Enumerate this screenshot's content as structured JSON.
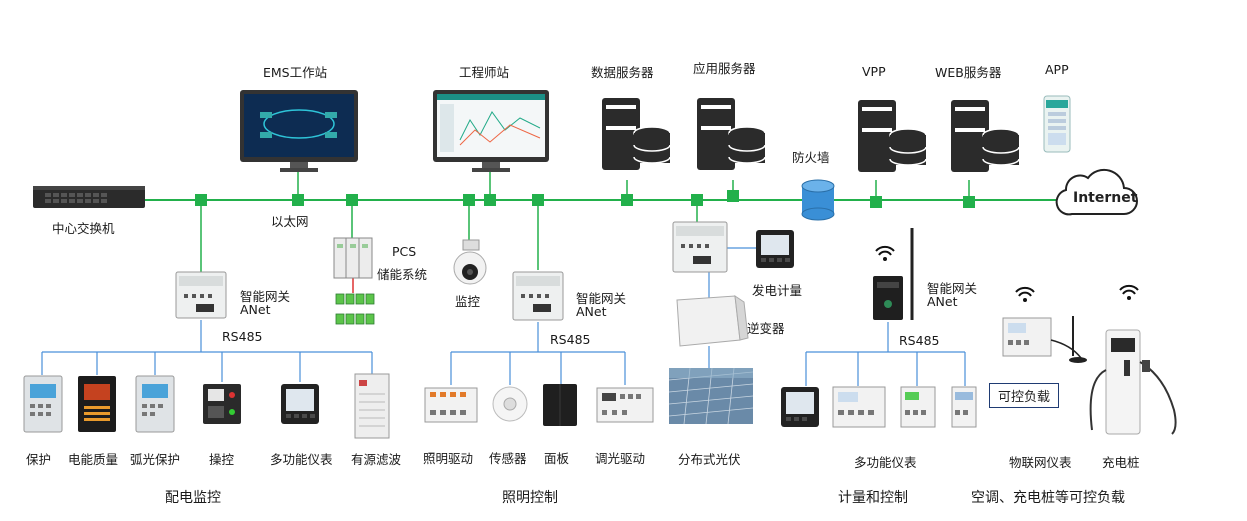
{
  "labels": {
    "ems": "EMS工作站",
    "engineer": "工程师站",
    "data_server": "数据服务器",
    "app_server": "应用服务器",
    "vpp": "VPP",
    "web_server": "WEB服务器",
    "app": "APP",
    "firewall": "防火墙",
    "internet": "Internet",
    "core_switch": "中心交换机",
    "ethernet": "以太网",
    "pcs": "PCS",
    "storage": "储能系统",
    "monitor": "监控",
    "gw1": "智能网关",
    "gw1_model": "ANet",
    "gw2": "智能网关",
    "gw2_model": "ANet",
    "gw3": "智能网关",
    "gw3_model": "ANet",
    "rs485_1": "RS485",
    "rs485_2": "RS485",
    "rs485_3": "RS485",
    "gen_meter": "发电计量",
    "inverter": "逆变器",
    "pv": "分布式光伏",
    "protect": "保护",
    "pq": "电能质量",
    "arc": "弧光保护",
    "control": "操控",
    "multi_meter": "多功能仪表",
    "apf": "有源滤波",
    "light_drive": "照明驱动",
    "sensor": "传感器",
    "panel": "面板",
    "dim_drive": "调光驱动",
    "multi_meter2": "多功能仪表",
    "iot_meter": "物联网仪表",
    "charger": "充电桩",
    "ctrl_load": "可控负载"
  },
  "sections": {
    "power": "配电监控",
    "lighting": "照明控制",
    "metering": "计量和控制",
    "loads": "空调、充电桩等可控负载"
  },
  "colors": {
    "bus": "#22b04b",
    "rs485": "#4a90d9",
    "dark": "#2b2b2b"
  }
}
